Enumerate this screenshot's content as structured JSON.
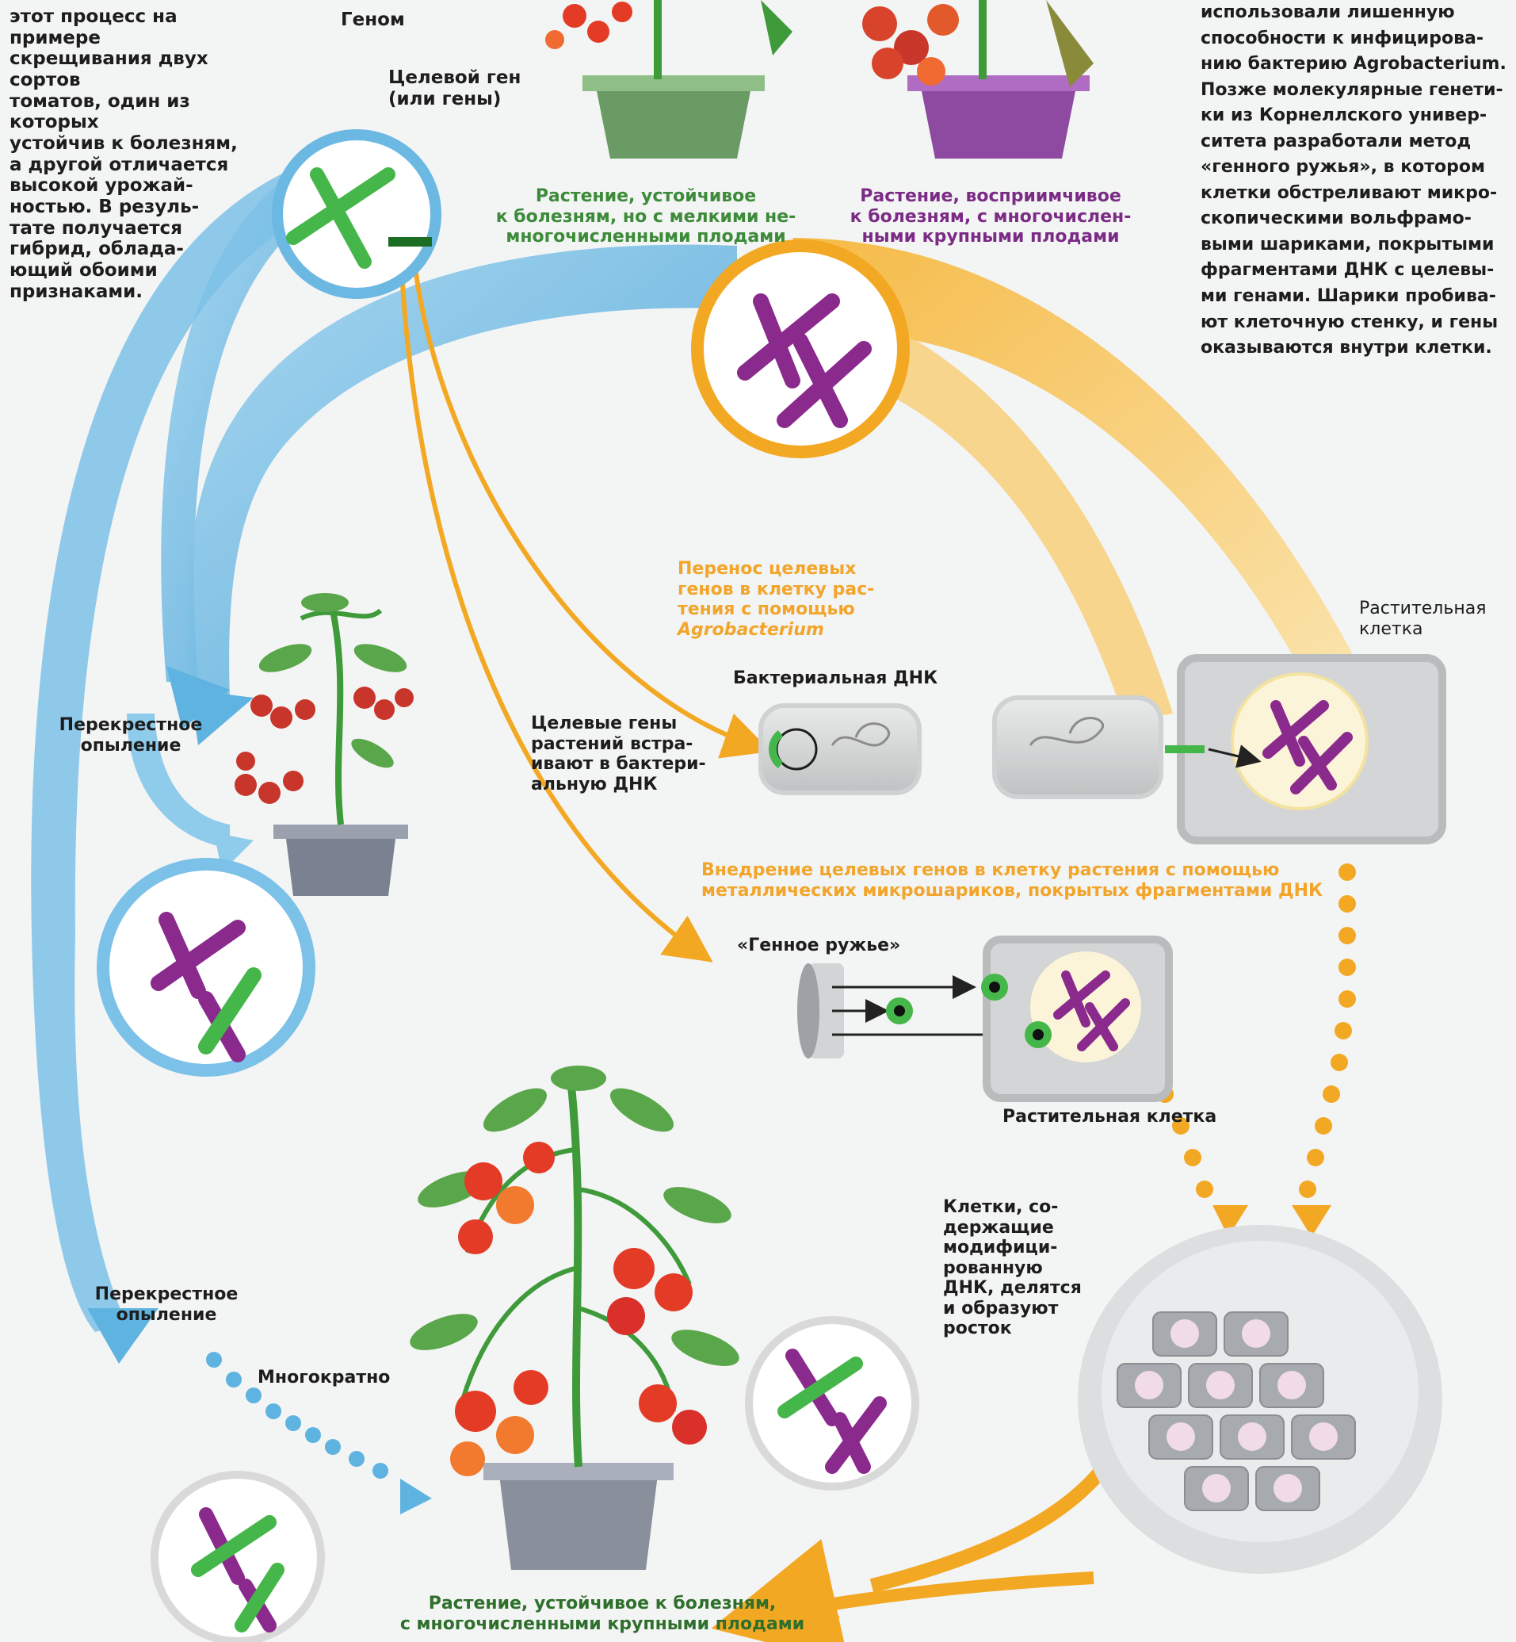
{
  "intro_left": {
    "lines": [
      "этот процесс на примере",
      "скрещивания двух сортов",
      "томатов, один из которых",
      "устойчив к болезням,",
      "а другой отличается",
      "высокой урожай-",
      "ностью. В резуль-",
      "тате получается",
      "гибрид, облада-",
      "ющий обоими",
      "признаками."
    ]
  },
  "intro_right": {
    "lines": [
      "использовали лишенную",
      "способности к инфицирова-",
      "нию бактерию Agrobacterium.",
      "Позже молекулярные генети-",
      "ки из Корнеллского универ-",
      "ситета разработали метод",
      "«генного ружья», в котором",
      "клетки обстреливают микро-",
      "скопическими вольфрамо-",
      "выми шариками, покрытыми",
      "фрагментами ДНК с целевы-",
      "ми генами. Шарики пробива-",
      "ют клеточную стенку, и гены",
      "оказываются внутри клетки."
    ]
  },
  "labels": {
    "genome": "Геном",
    "target_gene": [
      "Целевой ген",
      "(или гены)"
    ],
    "plant_resistant": [
      "Растение, устойчивое",
      "к болезням, но с мелкими не-",
      "многочисленными плодами"
    ],
    "plant_susceptible": [
      "Растение, восприимчивое",
      "к болезням, с многочислен-",
      "ными крупными плодами"
    ],
    "agro_transfer": [
      "Перенос целевых",
      "генов в клетку рас-",
      "тения с помощью",
      "Agrobacterium"
    ],
    "bacterial_dna": "Бактериальная ДНК",
    "plant_cell_top": [
      "Растительная",
      "клетка"
    ],
    "target_genes_insert": [
      "Целевые гены",
      "растений встра-",
      "ивают в бактери-",
      "альную ДНК"
    ],
    "cross_pollination_1": [
      "Перекрестное",
      "опыление"
    ],
    "gene_gun_method": [
      "Внедрение целевых генов в клетку растения с помощью",
      "металлических микрошариков, покрытых фрагментами ДНК"
    ],
    "gene_gun": "«Генное ружье»",
    "plant_cell_bottom": "Растительная клетка",
    "cells_divide": [
      "Клетки, со-",
      "держащие",
      "модифици-",
      "рованную",
      "ДНК, делятся",
      "и образуют",
      "росток"
    ],
    "cross_pollination_2": [
      "Перекрестное",
      "опыление"
    ],
    "repeatedly": "Многократно",
    "final_plant": [
      "Растение, устойчивое к болезням,",
      "с многочисленными крупными плодами"
    ]
  },
  "colors": {
    "blue_arrow": "#5fb3e0",
    "orange_arrow": "#f3a823",
    "chromosome_green": "#45b649",
    "chromosome_purple": "#8b2a8d",
    "tomato_red": "#e43b26",
    "leaf_green": "#3f9a3a"
  }
}
